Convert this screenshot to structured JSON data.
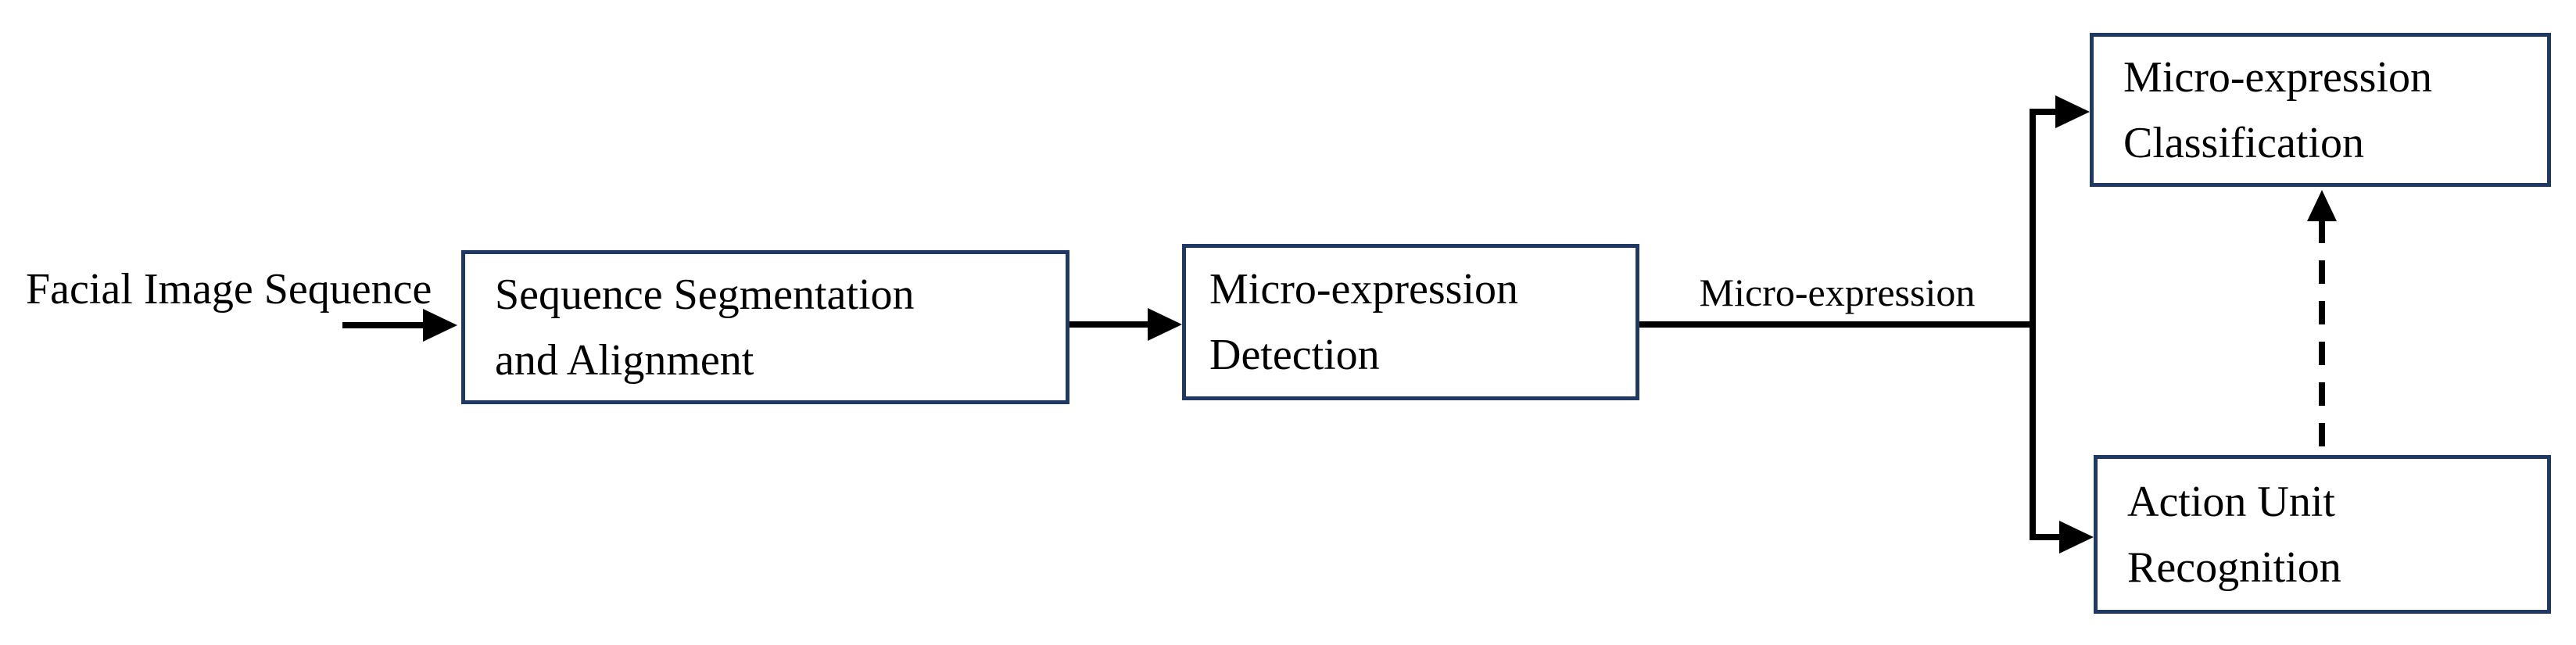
{
  "diagram": {
    "title": "Micro-expression analysis pipeline flowchart",
    "colors": {
      "box_border": "#1f3864",
      "connector": "#000000",
      "text": "#000000",
      "background": "#ffffff"
    },
    "source_label": {
      "line1": "Facial Image",
      "line2": "Sequence"
    },
    "boxes": {
      "segmentation": {
        "line1": "Sequence Segmentation",
        "line2": "and Alignment"
      },
      "detection": {
        "line1": "Micro-expression",
        "line2": "Detection"
      },
      "classification": {
        "line1": "Micro-expression",
        "line2": "Classification"
      },
      "action_unit": {
        "line1": "Action Unit",
        "line2": "Recognition"
      }
    },
    "edge_label": "Micro-expression",
    "edges": {
      "e1": "source -> segmentation (solid arrow)",
      "e2": "segmentation -> detection (solid arrow)",
      "e3": "detection -> classification (solid elbow arrow, labeled Micro-expression)",
      "e4": "detection -> action_unit (solid elbow arrow, labeled Micro-expression)",
      "e5": "action_unit -> classification (dashed arrow)"
    }
  }
}
